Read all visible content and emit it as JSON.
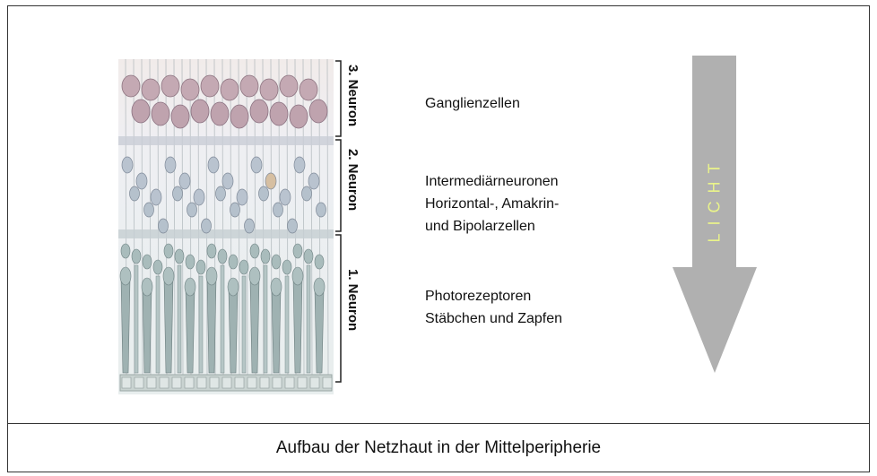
{
  "layers": [
    {
      "neuron_label": "3. Neuron",
      "lines": [
        "Ganglienzellen"
      ]
    },
    {
      "neuron_label": "2. Neuron",
      "lines": [
        "Intermediärneuronen",
        "Horizontal-, Amakrin-",
        "und Bipolarzellen"
      ]
    },
    {
      "neuron_label": "1. Neuron",
      "lines": [
        "Photorezeptoren",
        "Stäbchen und Zapfen"
      ]
    }
  ],
  "arrow": {
    "label": "LICHT",
    "color": "#b0b0b0",
    "label_color": "#eaf48a"
  },
  "caption": "Aufbau der Netzhaut in der Mittelperipherie"
}
